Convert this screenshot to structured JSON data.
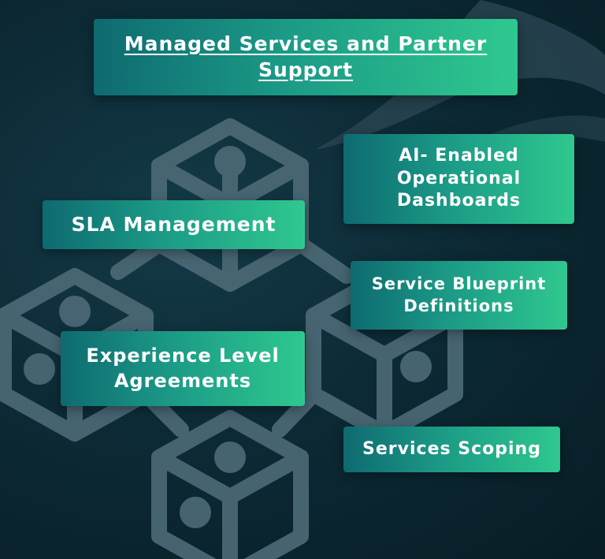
{
  "title": "Managed Services and Partner Support",
  "nodes": {
    "ai_dashboards": "AI- Enabled Operational Dashboards",
    "sla_management": "SLA Management",
    "service_blueprint": "Service Blueprint Definitions",
    "experience_level": "Experience Level Agreements",
    "services_scoping": "Services Scoping"
  },
  "colors": {
    "background": "#0c2a35",
    "card_gradient_start": "#0e6a70",
    "card_gradient_end": "#2fc88f",
    "cube_stroke": "#4d6a77",
    "text": "#ffffff"
  },
  "icons": [
    "blockchain-cubes-illustration"
  ]
}
